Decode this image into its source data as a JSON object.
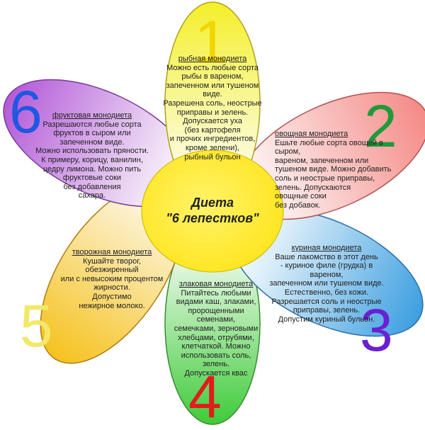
{
  "center": {
    "title_line1": "Диета",
    "title_line2": "\"6 лепестков\"",
    "color": "#ffea3a"
  },
  "petals": [
    {
      "number": "1",
      "heading": "рыбная монодиета",
      "text": "Можно есть любые сорта\nрыбы в вареном,\nзапеченном или тушеном виде.\nРазрешена соль, неострые\nприправы и зелень.\nДопускается уха\n(без картофеля\nи прочих ингредиентов,\nкроме зелени),\nрыбный бульон",
      "color": "#f4ef2a",
      "number_color": "#f2d400"
    },
    {
      "number": "2",
      "heading": "овощная монодиета",
      "text": "Ешьте любые сорта овощей в сыром,\nвареном, запеченном или\nтушеном виде. Можно добавить\nсоль и неострые приправы,\nзелень. Допускаются\nовощные соки\nбез добавок.",
      "color": "#f58a86",
      "number_color": "#1f9a3a"
    },
    {
      "number": "3",
      "heading": "куриная монодиета",
      "text": "Ваше лакомство в этот день\n- куриное филе (грудка) в вареном,\nзапеченном или тушеном виде.\nЕстественно, без кожи.\nРазрешается соль и неострые\nприправы, зелень.\nДопустим куриный бульон.",
      "color": "#3d9fe0",
      "number_color": "#6a20d0"
    },
    {
      "number": "4",
      "heading": "злаковая монодиета",
      "text": "Питайтесь любыми\nвидами каш, злаками,\nпророщенными семенами,\nсемечками, зерновыми\nхлебцами, отрубями,\nклетчаткой. Можно\nиспользовать соль,\nзелень.\nДопускается квас",
      "color": "#3fcb3a",
      "number_color": "#e01c1c"
    },
    {
      "number": "5",
      "heading": "творожная монодиета",
      "text": "Кушайте творог, обезжиренный\nили с невысоким процентом\nжирности.\nДопустимо\nнежирное молоко.",
      "color": "#f5c21e",
      "number_color": "#f3e868"
    },
    {
      "number": "6",
      "heading": "фруктовая монодиета",
      "text": "Разрешаются любые сорта\nфруктов в сыром или\nзапеченном виде.\nМожно использовать пряности.\nК примеру, корицу, ванилин,\nцедру лимона. Можно пить\nфруктовые соки\nбез добавления\nсахара.",
      "color": "#b35ad8",
      "number_color": "#2257e0"
    }
  ]
}
